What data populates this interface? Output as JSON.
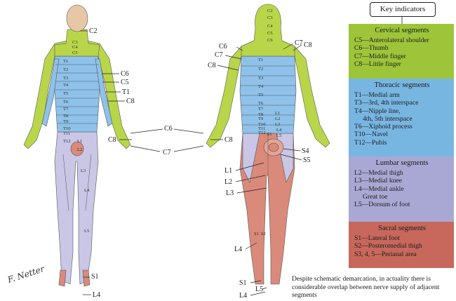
{
  "key_indicators_title": "Key indicators",
  "legend": {
    "cervical": {
      "heading": "Cervical segments",
      "items": [
        "C5—Anterolateral shoulder",
        "C6—Thumb",
        "C7—Middle finger",
        "C8—Little finger"
      ],
      "color": "#9ec53a"
    },
    "thoracic": {
      "heading": "Thoracic segments",
      "items": [
        "T1—Medial arm",
        "T3—3rd, 4th interspace",
        "T4—Nipple line,",
        "     4th, 5th interspace",
        "T6—Xiphoid process",
        "T10—Navel",
        "T12—Pubis"
      ],
      "color": "#78b6e2"
    },
    "lumbar": {
      "heading": "Lumbar segments",
      "items": [
        "L2—Medial thigh",
        "L3—Medial knee",
        "L4—Medial ankle",
        "     Great toe",
        "L5—Dorsum of foot"
      ],
      "color": "#a9a8d4"
    },
    "sacral": {
      "heading": "Sacral segments",
      "items": [
        "S1—Lateral foot",
        "S2—Posteromedial thigh",
        "S3, 4, 5—Perianal area"
      ],
      "color": "#c8685c"
    }
  },
  "note": "Despite schematic demarcation, in actuality there is considerable overlap between nerve supply of adjacent segments",
  "signature": "F. Netter",
  "callouts": {
    "front_c2": "C2",
    "front_c6": "C6",
    "front_c5": "C5",
    "front_t1": "T1",
    "front_c8": "C8",
    "mid_c6": "C6",
    "mid_c8_left": "C8",
    "mid_c8_right": "C8",
    "mid_c7": "C7",
    "front_s1": "S1",
    "front_l4": "L4",
    "back_c6": "C6",
    "back_c7_left": "C7",
    "back_c8_left": "C8",
    "back_c7_right": "C7",
    "back_c8_right": "C8",
    "back_s4": "S4",
    "back_s5": "S5",
    "back_l1": "L1",
    "back_l2": "L2",
    "back_l3": "L3",
    "back_l4": "L4",
    "back_s1": "S1",
    "back_l5": "L5",
    "back_l4_foot": "L4"
  },
  "segments_front": [
    "C3",
    "C4",
    "C5",
    "T1",
    "T2",
    "T3",
    "T4",
    "T5",
    "T6",
    "T7",
    "T8",
    "T9",
    "T10",
    "T11",
    "T12",
    "L1",
    "L2",
    "L3",
    "L4",
    "L5"
  ],
  "segments_back": [
    "C2",
    "C3",
    "C4",
    "C5",
    "C6",
    "T1",
    "T2",
    "T3",
    "T4",
    "T5",
    "T6",
    "T7",
    "T8",
    "T9",
    "T10",
    "T11",
    "T12",
    "L1",
    "L2",
    "L3",
    "L4",
    "L5",
    "S1",
    "S2",
    "S3"
  ],
  "colors": {
    "head": "#e8c7a6",
    "cervical": "#b9d64a",
    "thoracic": "#8fc2ea",
    "lumbar": "#c9c6e6",
    "sacral": "#d98a7a",
    "line": "#333333"
  }
}
